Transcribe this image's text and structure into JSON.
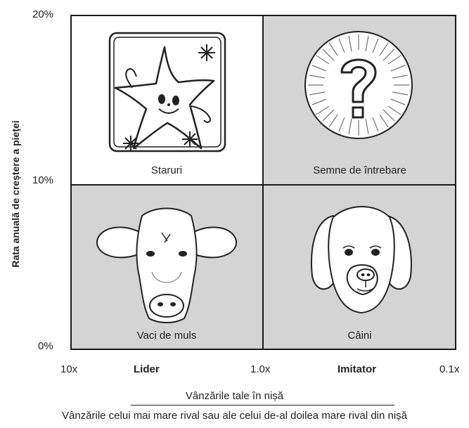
{
  "y_axis": {
    "label": "Rata anuală de creștere a pieței",
    "ticks": [
      "20%",
      "10%",
      "0%"
    ]
  },
  "x_axis": {
    "ticks": [
      "10x",
      "1.0x",
      "0.1x"
    ],
    "zone_labels": [
      "Lider",
      "Imitator"
    ],
    "numerator": "Vânzările tale în nișă",
    "denominator": "Vânzările celui mai mare rival sau ale celui de-al doilea mare rival din nișă"
  },
  "quadrants": [
    {
      "label": "Staruri",
      "icon": "star-icon"
    },
    {
      "label": "Semne de întrebare",
      "icon": "question-mark-icon"
    },
    {
      "label": "Vaci de muls",
      "icon": "cow-icon"
    },
    {
      "label": "Câini",
      "icon": "dog-icon"
    }
  ],
  "colors": {
    "quadrant_fill": "#d4d4d4",
    "highlight_fill": "#ffffff",
    "line": "#1a1a1a"
  }
}
